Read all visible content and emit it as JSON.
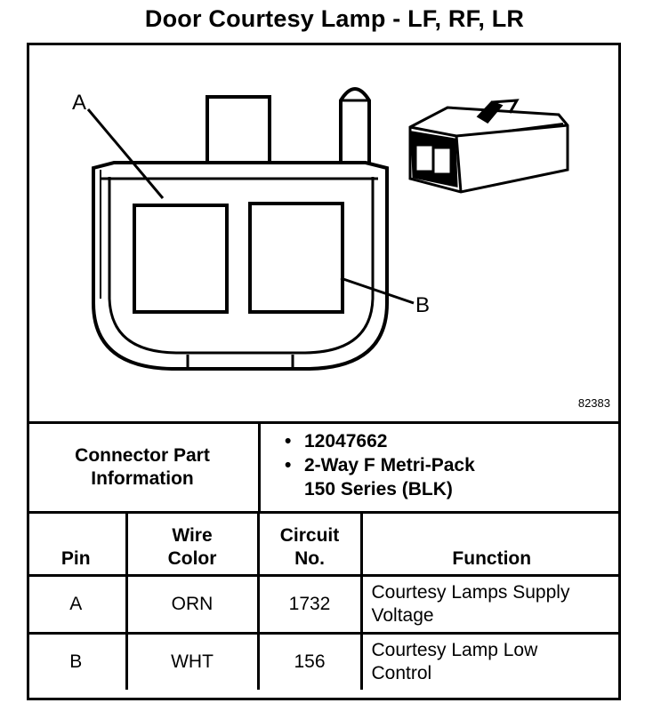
{
  "title": "Door Courtesy Lamp - LF, RF, LR",
  "figure_id": "82383",
  "callouts": {
    "a": "A",
    "b": "B"
  },
  "connector_info": {
    "label_line1": "Connector Part",
    "label_line2": "Information",
    "bullet1": "12047662",
    "bullet2_line1": "2-Way F Metri-Pack",
    "bullet2_line2": "150 Series (BLK)"
  },
  "table": {
    "headers": {
      "pin": "Pin",
      "wire_line1": "Wire",
      "wire_line2": "Color",
      "circuit_line1": "Circuit",
      "circuit_line2": "No.",
      "function": "Function"
    },
    "rows": [
      {
        "pin": "A",
        "wire": "ORN",
        "circuit": "1732",
        "func_line1": "Courtesy Lamps Supply",
        "func_line2": "Voltage"
      },
      {
        "pin": "B",
        "wire": "WHT",
        "circuit": "156",
        "func_line1": "Courtesy Lamp Low",
        "func_line2": "Control"
      }
    ]
  }
}
